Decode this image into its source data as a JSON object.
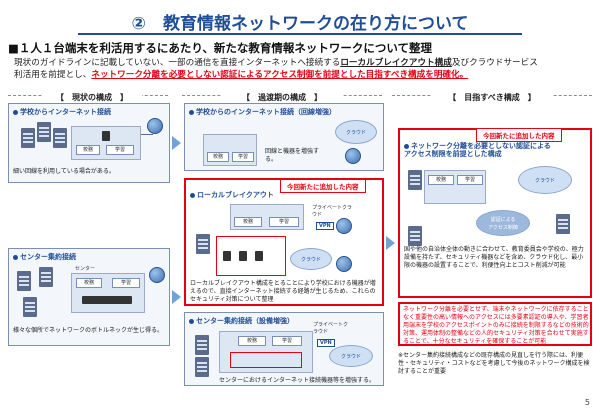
{
  "page": {
    "title": "②　教育情報ネットワークの在り方について",
    "subheading": "■１人１台端末を利活用するにあたり、新たな教育情報ネットワークについて整理",
    "para_line1_a": "現状のガイドラインに記載していない、一部の通信を直接インターネットへ接続する",
    "para_line1_b": "ローカルブレイクアウト構成",
    "para_line1_c": "及びクラウドサービス",
    "para_line2_a": "利活用を前提とし、",
    "para_line2_b": "ネットワーク分離を必要としない認証によるアクセス制御を前提とした目指すべき構成を明確化。",
    "page_number": "5"
  },
  "columns": {
    "current": "【　現状の構成　】",
    "transition": "【　過渡期の構成　】",
    "goal": "【　目指すべき構成　】"
  },
  "panels": {
    "current_school": {
      "title": "学校からインターネット接続",
      "note": "細い回線を利用している場合がある。",
      "room1": "校務",
      "room2": "学習"
    },
    "current_center": {
      "title": "センター集約接続",
      "center_label": "センター",
      "room1": "校務",
      "room2": "学習",
      "note": "様々な個所でネットワークのボトルネックが生じ得る。"
    },
    "trans_school": {
      "title": "学校からのインターネット接続（回線増強）",
      "note": "回線と機器を増強する。",
      "cloud": "クラウド",
      "room1": "校務",
      "room2": "学習"
    },
    "trans_lbo": {
      "tag": "今回新たに追加した内容",
      "title": "ローカルブレイクアウト",
      "private_cloud": "プライベートクラウド",
      "vpn": "VPN",
      "cloud": "クラウド",
      "room1": "校務",
      "room2": "学習",
      "note": "ローカルブレイクアウト構成をとることにより学校における機器が増えるので、直接インターネット接続する経路が生じるため、これらのセキュリティ対策について整理"
    },
    "trans_center": {
      "title": "センター集約接続（設備増強）",
      "private_cloud": "プライベートクラウド",
      "vpn": "VPN",
      "cloud": "クラウド",
      "room1": "校務",
      "room2": "学習",
      "note": "センターにおけるインターネット接続機器等を増強する。"
    },
    "goal": {
      "tag": "今回新たに追加した内容",
      "title": "ネットワーク分離を必要としない認証によるアクセス制限を前提とした構成",
      "cloud": "クラウド",
      "auth": "認証による\nアクセス制御",
      "room1": "校務",
      "room2": "学習",
      "note": "国や他の自治体全体の動きに合わせて、教育委員会や学校の、極力設備を持たず、セキュリティ機器などを含め、クラウド化し、最小限の機器の設置することで、利便性向上とコスト削減が可能",
      "red_note": "ネットワーク分離を必要とせず、端末やネットワークに依存することなく重要性の高い情報へのアクセスには多要素認証の導入や、学習者用端末を学校のアクセスポイントのみに接続を制限するなどの技術的対策、運用体制の整備などの人的セキュリティ対策を合わせて実施することで、十分なセキュリティを確保することが可能",
      "footnote": "※センター集約接続構成などの既存構成の見直しを行う際には、利便性・セキュリティ・コストなどを考慮して今後のネットワーク構成を検討することが重要"
    }
  }
}
